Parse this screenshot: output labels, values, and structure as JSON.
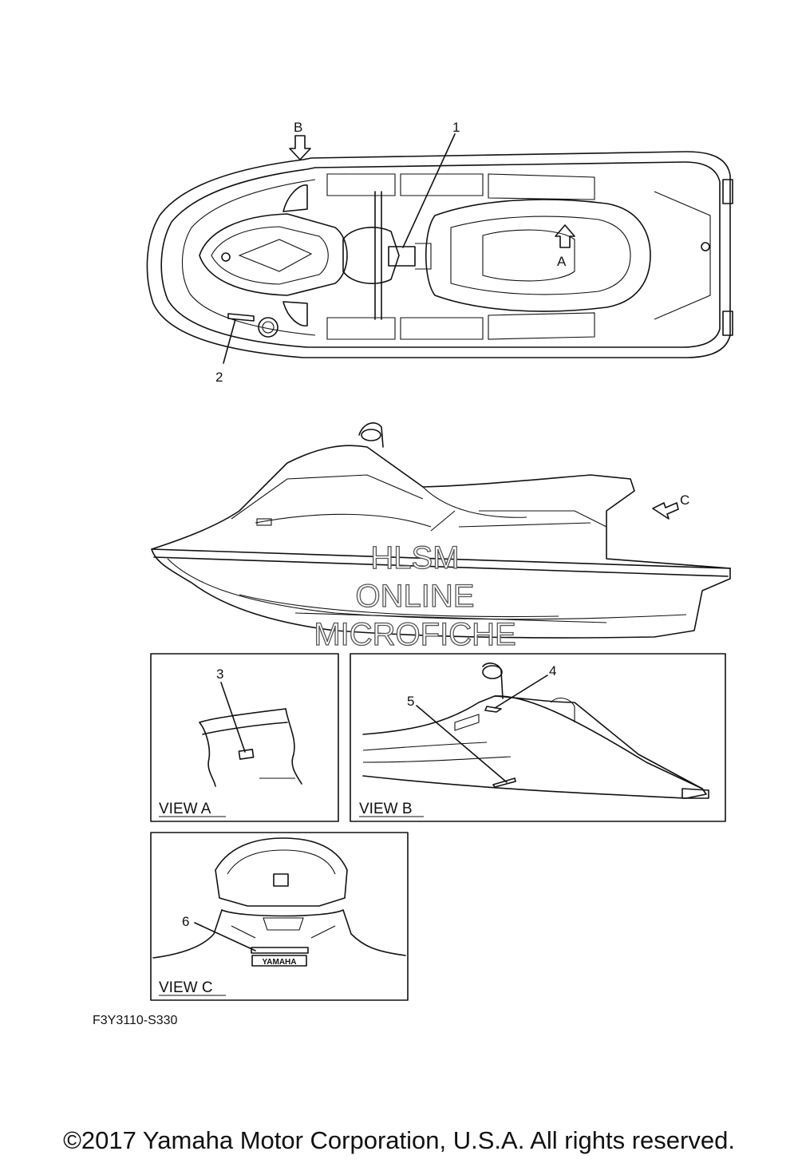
{
  "callouts": [
    "1",
    "2",
    "3",
    "4",
    "5",
    "6"
  ],
  "view_arrows": {
    "a": "A",
    "b": "B",
    "c": "C"
  },
  "view_labels": {
    "a": "VIEW A",
    "b": "VIEW B",
    "c": "VIEW C"
  },
  "decal_text": "YAMAHA",
  "watermark": {
    "line1": "HLSM",
    "line2": "ONLINE",
    "line3": "MICROFICHE"
  },
  "figure_code": "F3Y3110-S330",
  "copyright": "©2017 Yamaha Motor Corporation, U.S.A. All rights reserved."
}
